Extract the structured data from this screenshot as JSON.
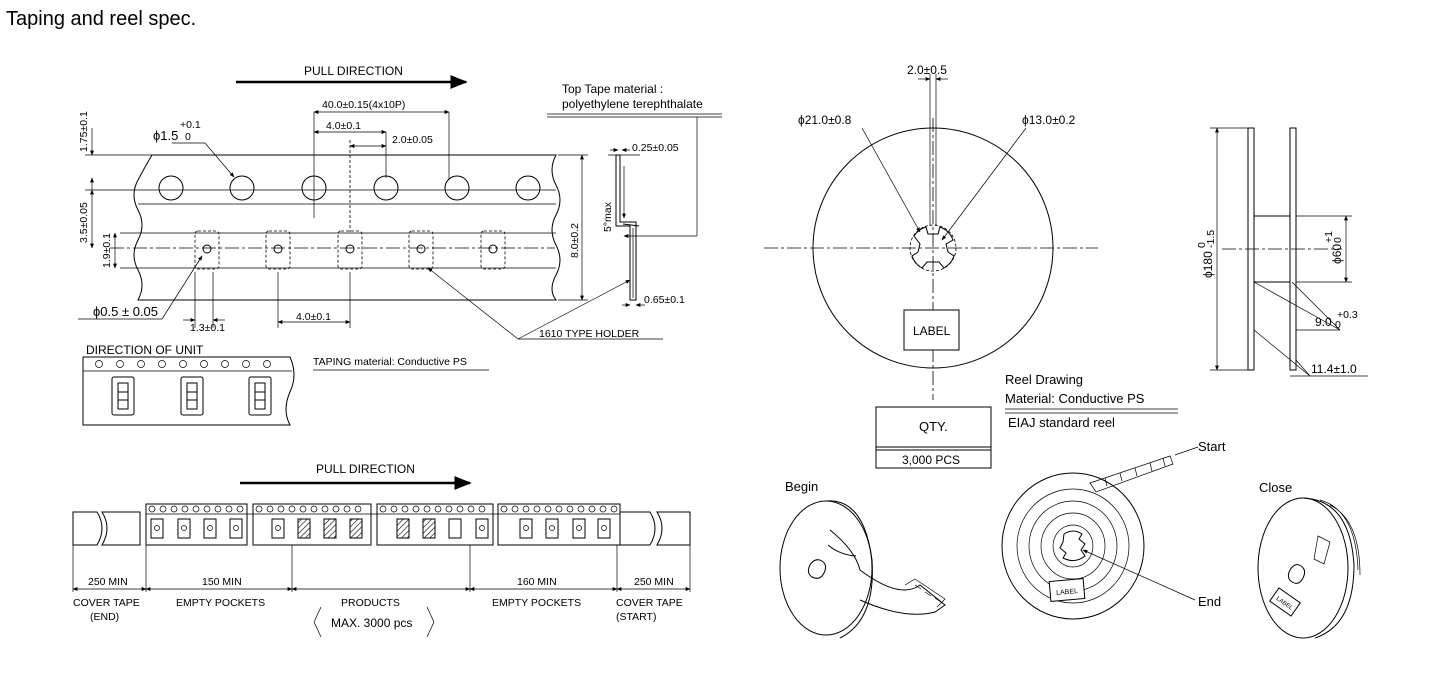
{
  "page_title": "Taping and reel spec.",
  "tape": {
    "pull_direction": "PULL DIRECTION",
    "top_tape_line1": "Top Tape material :",
    "top_tape_line2": "polyethylene terephthalate",
    "dim_pitch_total": "40.0±0.15(4x10P)",
    "dim_hole_pitch": "4.0±0.1",
    "dim_2_0": "2.0±0.05",
    "dim_1_75": "1.75±0.1",
    "dim_3_5": "3.5±0.05",
    "dim_1_9": "1.9±0.1",
    "dim_hole_dia_base": "ϕ1.5",
    "dim_hole_dia_tol_upper": "+0.1",
    "dim_hole_dia_tol_lower": "0",
    "dim_0_5": "ϕ0.5 ± 0.05",
    "dim_1_3": "1.3±0.1",
    "dim_pocket_pitch": "4.0±0.1",
    "dim_8_0": "8.0±0.2",
    "dim_0_25": "0.25±0.05",
    "dim_5max": "5°max",
    "dim_0_65": "0.65±0.1",
    "holder": "1610 TYPE HOLDER",
    "direction_of_unit": "DIRECTION OF UNIT",
    "taping_material": "TAPING material: Conductive PS"
  },
  "reel": {
    "dim_2_0": "2.0±0.5",
    "dim_21": "ϕ21.0±0.8",
    "dim_13": "ϕ13.0±0.2",
    "label": "LABEL",
    "dim_180": "ϕ180",
    "dim_180_tol_upper": "0",
    "dim_180_tol_lower": "-1.5",
    "dim_60": "ϕ60",
    "dim_60_tol_upper": "+1",
    "dim_60_tol_lower": "0",
    "dim_9": "9.0",
    "dim_9_tol_upper": "+0.3",
    "dim_9_tol_lower": "0",
    "dim_11_4": "11.4±1.0",
    "reel_drawing": "Reel Drawing",
    "material": "Material: Conductive PS",
    "eiaj": "EIAJ standard reel",
    "qty_header": "QTY.",
    "qty_value": "3,000 PCS"
  },
  "leader": {
    "pull_direction": "PULL DIRECTION",
    "segments": [
      {
        "length": "250 MIN",
        "name": "COVER TAPE",
        "sub": "(END)"
      },
      {
        "length": "150 MIN",
        "name": "EMPTY POCKETS",
        "sub": ""
      },
      {
        "length": "",
        "name": "PRODUCTS",
        "sub": "MAX. 3000 pcs"
      },
      {
        "length": "160 MIN",
        "name": "EMPTY POCKETS",
        "sub": ""
      },
      {
        "length": "250 MIN",
        "name": "COVER TAPE",
        "sub": "(START)"
      }
    ]
  },
  "views": {
    "begin": "Begin",
    "start": "Start",
    "end": "End",
    "close": "Close",
    "reel_label": "LABEL"
  }
}
